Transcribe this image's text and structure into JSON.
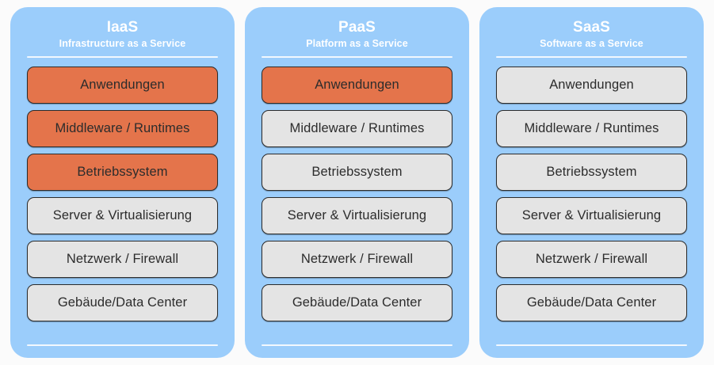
{
  "diagram": {
    "background_color": "#fbfbfb",
    "panel_color": "#9bcdfb",
    "managed_color": "#e4744b",
    "self_color": "#e4e4e4",
    "columns": [
      {
        "id": "iaas",
        "title": "IaaS",
        "subtitle": "Infrastructure as a Service",
        "layers": [
          {
            "label": "Anwendungen",
            "state": "orange"
          },
          {
            "label": "Middleware / Runtimes",
            "state": "orange"
          },
          {
            "label": "Betriebssystem",
            "state": "orange"
          },
          {
            "label": "Server & Virtualisierung",
            "state": "grey"
          },
          {
            "label": "Netzwerk / Firewall",
            "state": "grey"
          },
          {
            "label": "Gebäude/Data Center",
            "state": "grey"
          }
        ]
      },
      {
        "id": "paas",
        "title": "PaaS",
        "subtitle": "Platform as a Service",
        "layers": [
          {
            "label": "Anwendungen",
            "state": "orange"
          },
          {
            "label": "Middleware / Runtimes",
            "state": "grey"
          },
          {
            "label": "Betriebssystem",
            "state": "grey"
          },
          {
            "label": "Server & Virtualisierung",
            "state": "grey"
          },
          {
            "label": "Netzwerk / Firewall",
            "state": "grey"
          },
          {
            "label": "Gebäude/Data Center",
            "state": "grey"
          }
        ]
      },
      {
        "id": "saas",
        "title": "SaaS",
        "subtitle": "Software as a Service",
        "layers": [
          {
            "label": "Anwendungen",
            "state": "grey"
          },
          {
            "label": "Middleware / Runtimes",
            "state": "grey"
          },
          {
            "label": "Betriebssystem",
            "state": "grey"
          },
          {
            "label": "Server & Virtualisierung",
            "state": "grey"
          },
          {
            "label": "Netzwerk / Firewall",
            "state": "grey"
          },
          {
            "label": "Gebäude/Data Center",
            "state": "grey"
          }
        ]
      }
    ]
  }
}
